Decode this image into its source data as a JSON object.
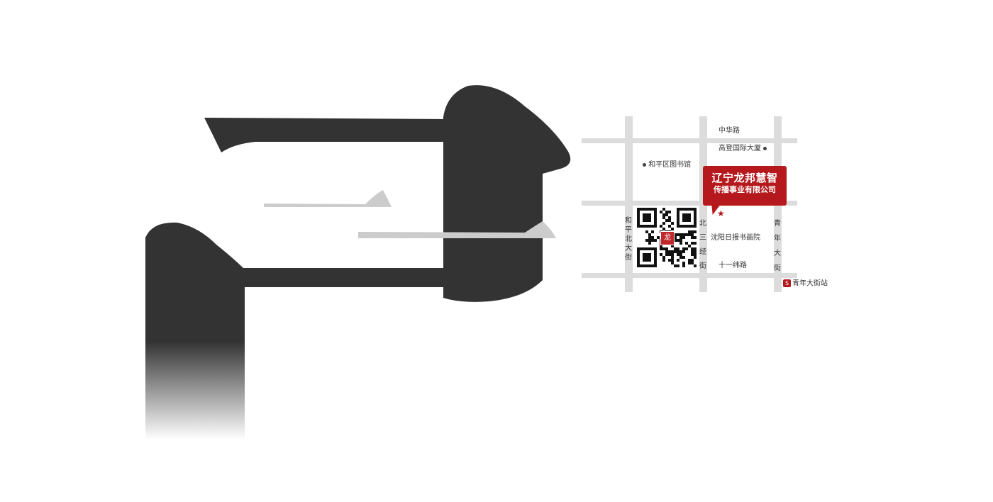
{
  "map": {
    "company": {
      "name_line1": "辽宁龙邦慧智",
      "name_line2": "传播事业有限公司"
    },
    "roads": {
      "zhonghua_road": "中华路",
      "shiyi_wei_road": "十一纬路",
      "heping_north_street": [
        "和",
        "平",
        "北",
        "大",
        "街"
      ],
      "north_third_street": [
        "北",
        "三",
        "经",
        "街"
      ],
      "qingnian_street": [
        "青",
        "年",
        "大",
        "街"
      ]
    },
    "landmarks": {
      "heping_library": "和平区图书馆",
      "gaodeng_building": "高登国际大厦",
      "shenyang_gallery": "沈阳日报书画院"
    },
    "metro_station": "青年大街站",
    "colors": {
      "accent": "#b5191d",
      "road": "#dcdcdc",
      "calligraphy": "#333333",
      "calligraphy_light": "#cccccc"
    }
  }
}
